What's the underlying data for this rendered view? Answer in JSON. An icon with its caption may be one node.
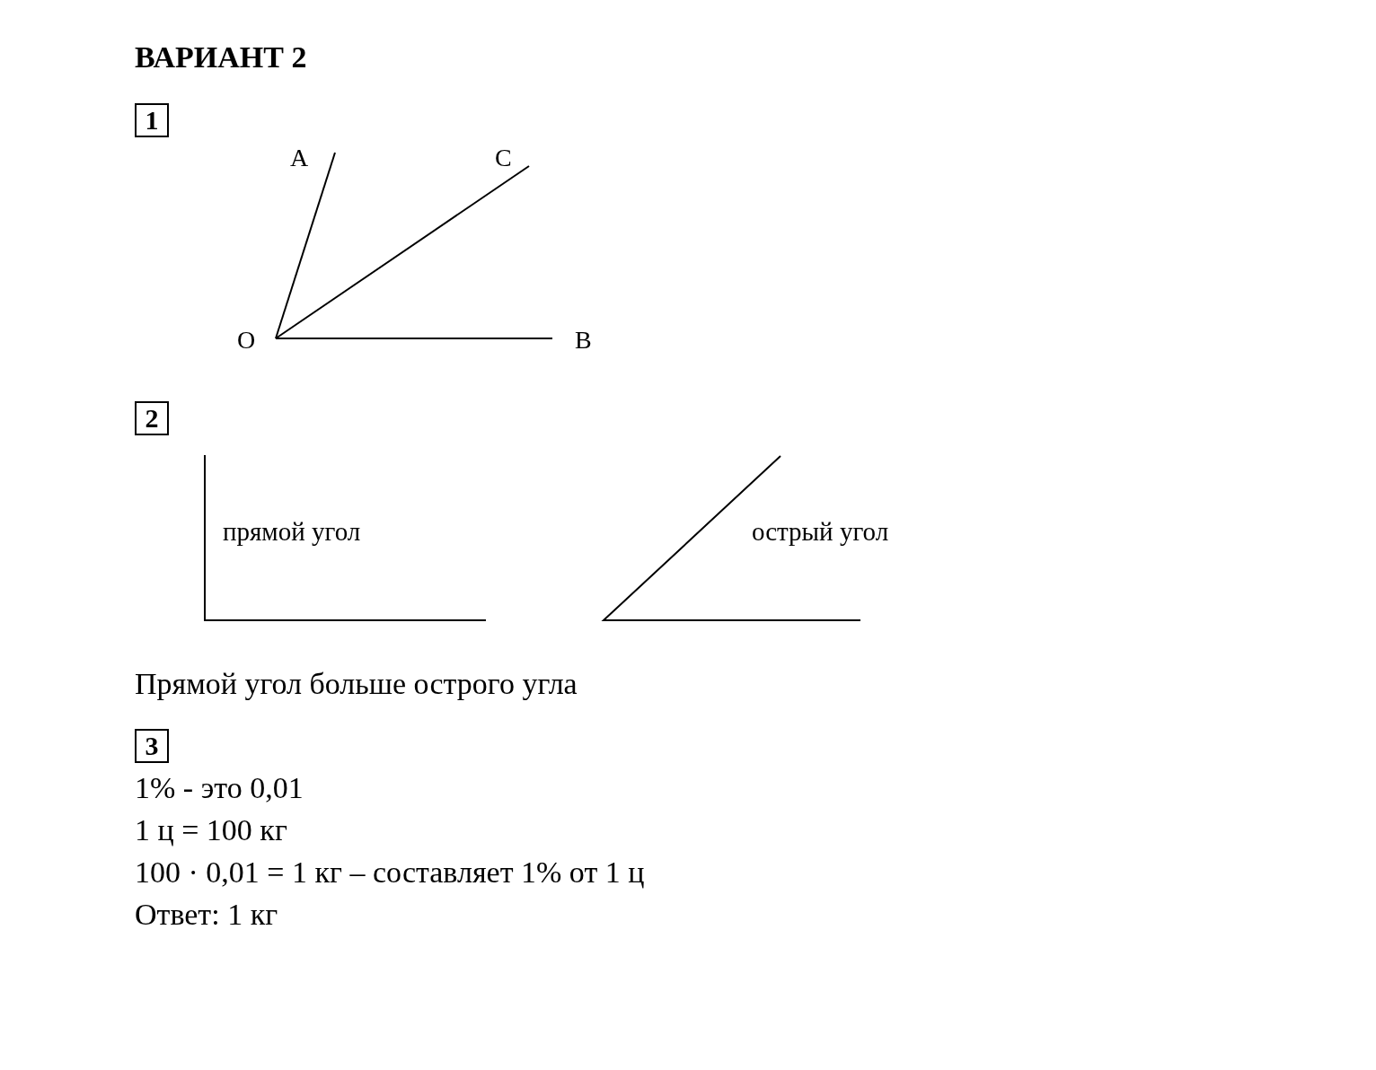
{
  "diagram": {
    "title": "ВАРИАНТ 2",
    "nodes": [
      {
        "text": [
          "1"
        ]
      },
      {
        "text": [
          "2"
        ]
      },
      {
        "text": [
          "3"
        ]
      }
    ],
    "labels": [
      "A",
      "C",
      "O",
      "B",
      "прямой угол",
      "острый угол",
      "Прямой угол больше острого угла",
      "1% - это 0,01",
      "1 ц = 100 кг",
      "100 · 0,01 = 1 кг – составляет 1% от 1 ц",
      "Ответ: 1 кг"
    ]
  }
}
